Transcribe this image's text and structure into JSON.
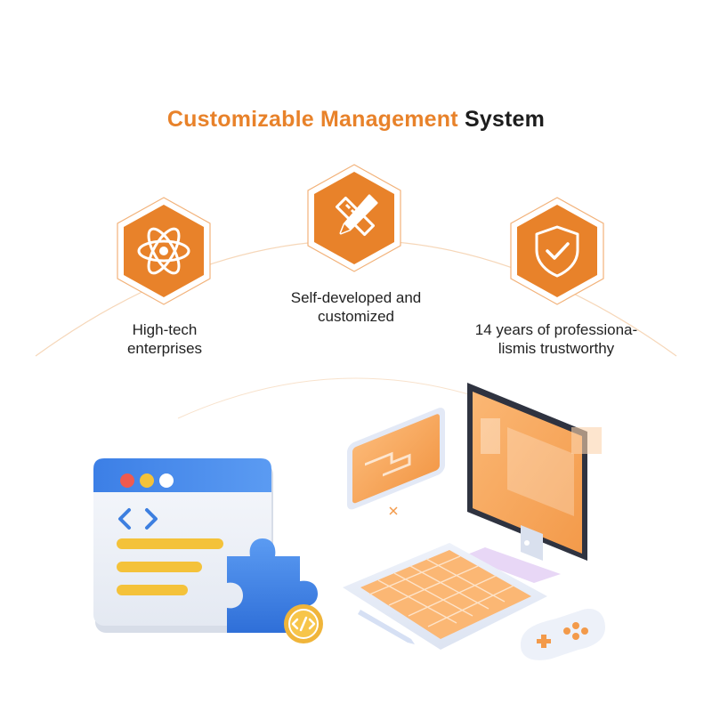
{
  "title": {
    "accent": "Customizable Management",
    "dark": "System"
  },
  "features": [
    {
      "label_line1": "High-tech",
      "label_line2": "enterprises",
      "icon": "atom-icon"
    },
    {
      "label_line1": "Self-developed and",
      "label_line2": "customized",
      "icon": "pencil-ruler-icon"
    },
    {
      "label_line1": "14 years of professiona-",
      "label_line2": "lismis trustworthy",
      "icon": "shield-check-icon"
    }
  ],
  "colors": {
    "accent": "#e8822a",
    "hex_fill": "#e8822a",
    "blue": "#3d7fe0",
    "yellow": "#f4c23a",
    "red": "#ef5a4f"
  },
  "illustration": {
    "window_icon": "code-brackets-icon",
    "puzzle_icon": "puzzle-icon",
    "badge_icon": "code-slash-icon",
    "devices": [
      "tablet",
      "monitor",
      "keyboard",
      "stylus",
      "gamepad"
    ]
  }
}
